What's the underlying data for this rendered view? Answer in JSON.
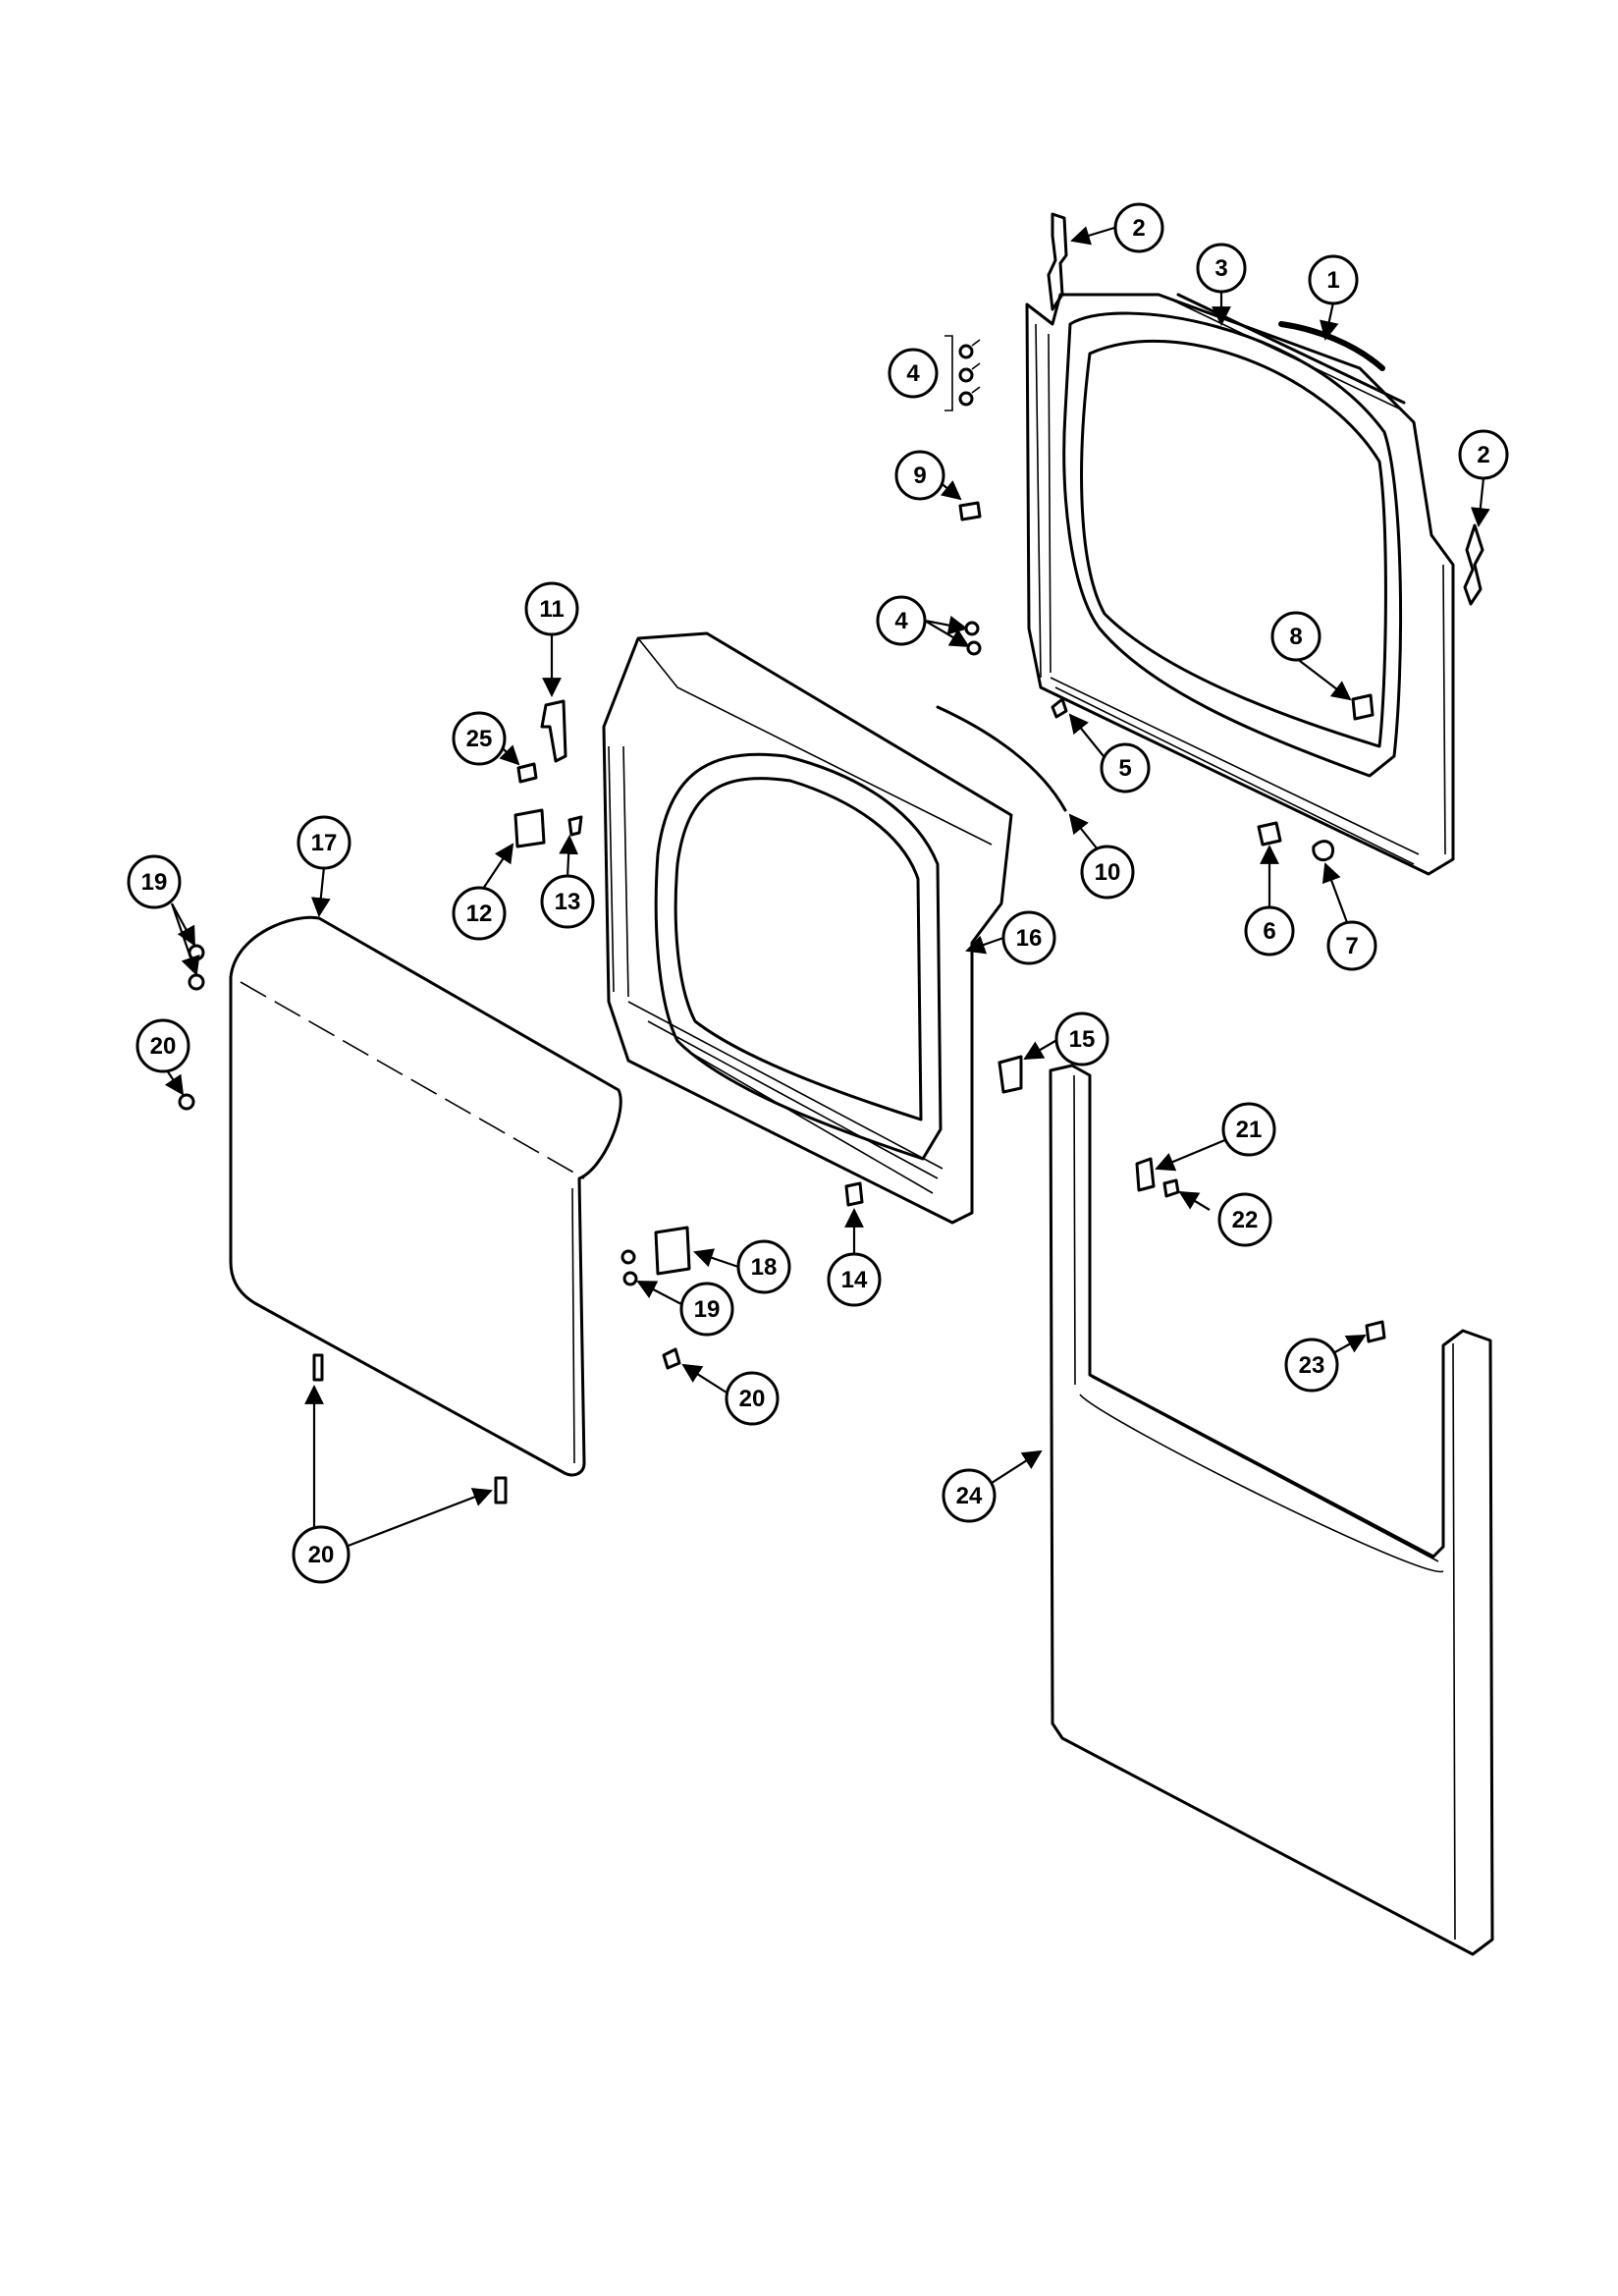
{
  "callouts": [
    {
      "id": "c1",
      "label": "1"
    },
    {
      "id": "c2a",
      "label": "2"
    },
    {
      "id": "c2b",
      "label": "2"
    },
    {
      "id": "c3",
      "label": "3"
    },
    {
      "id": "c4a",
      "label": "4"
    },
    {
      "id": "c4b",
      "label": "4"
    },
    {
      "id": "c5",
      "label": "5"
    },
    {
      "id": "c6",
      "label": "6"
    },
    {
      "id": "c7",
      "label": "7"
    },
    {
      "id": "c8",
      "label": "8"
    },
    {
      "id": "c9",
      "label": "9"
    },
    {
      "id": "c10",
      "label": "10"
    },
    {
      "id": "c11",
      "label": "11"
    },
    {
      "id": "c12",
      "label": "12"
    },
    {
      "id": "c13",
      "label": "13"
    },
    {
      "id": "c14",
      "label": "14"
    },
    {
      "id": "c15",
      "label": "15"
    },
    {
      "id": "c16",
      "label": "16"
    },
    {
      "id": "c17",
      "label": "17"
    },
    {
      "id": "c18",
      "label": "18"
    },
    {
      "id": "c19a",
      "label": "19"
    },
    {
      "id": "c19b",
      "label": "19"
    },
    {
      "id": "c20a",
      "label": "20"
    },
    {
      "id": "c20b",
      "label": "20"
    },
    {
      "id": "c20c",
      "label": "20"
    },
    {
      "id": "c21",
      "label": "21"
    },
    {
      "id": "c22",
      "label": "22"
    },
    {
      "id": "c23",
      "label": "23"
    },
    {
      "id": "c24",
      "label": "24"
    },
    {
      "id": "c25",
      "label": "25"
    }
  ]
}
